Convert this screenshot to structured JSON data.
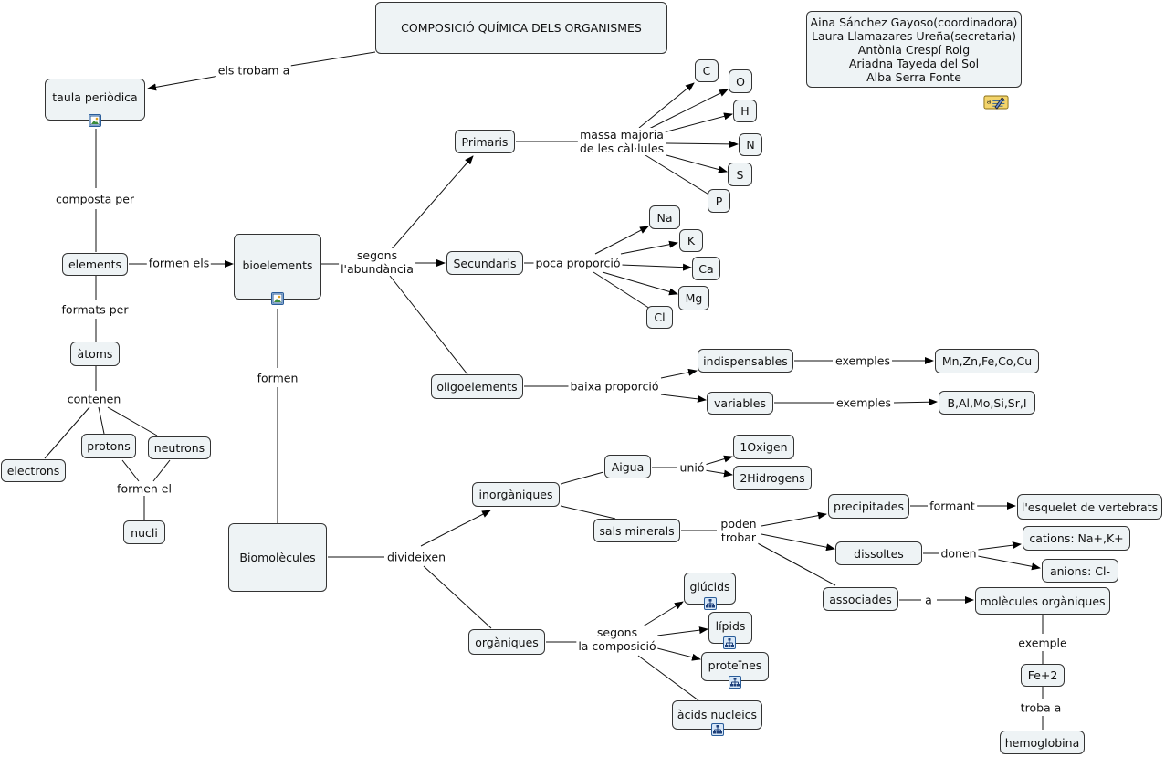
{
  "title": "COMPOSICIÓ QUÍMICA DELS ORGANISMES",
  "authors": [
    "Aina Sánchez Gayoso(coordinadora)",
    "Laura Llamazares Ureña(secretaria)",
    "Antònia Crespí Roig",
    "Ariadna Tayeda del Sol",
    "Alba Serra Fonte"
  ],
  "concepts": {
    "taula": "taula periòdica",
    "elements": "elements",
    "atoms": "àtoms",
    "electrons": "electrons",
    "protons": "protons",
    "neutrons": "neutrons",
    "nucli": "nucli",
    "bioelements": "bioelements",
    "primaris": "Primaris",
    "secundaris": "Secundaris",
    "oligoelements": "oligoelements",
    "c": "C",
    "o": "O",
    "h": "H",
    "n": "N",
    "s": "S",
    "p": "P",
    "na": "Na",
    "k": "K",
    "ca": "Ca",
    "mg": "Mg",
    "cl": "Cl",
    "indispensables": "indispensables",
    "variables": "variables",
    "mnzn": "Mn,Zn,Fe,Co,Cu",
    "balmo": "B,Al,Mo,Si,Sr,I",
    "biomolecules": "Biomolècules",
    "inorganiques": "inorgàniques",
    "organiques": "orgàniques",
    "aigua": "Aigua",
    "oxigen": "1Oxigen",
    "hidrogens": "2Hidrogens",
    "sals": "sals minerals",
    "precipitades": "precipitades",
    "esquelet": "l'esquelet de vertebrats",
    "dissoltes": "dissoltes",
    "cations": "cations: Na+,K+",
    "anions": "anions: Cl-",
    "associades": "associades",
    "molecules": "molècules orgàniques",
    "fe2": "Fe+2",
    "hemoglobina": "hemoglobina",
    "glucids": "glúcids",
    "lipids": "lípids",
    "proteines": "proteïnes",
    "acids": "àcids nucleics"
  },
  "links": {
    "trobem": "els trobam a",
    "composta": "composta per",
    "formenEls": "formen els",
    "formats": "formats per",
    "contenen": "contenen",
    "formenEl": "formen el",
    "segons": [
      "segons",
      "l'abundància"
    ],
    "massa": [
      "massa majoria",
      "de les càl·lules"
    ],
    "poca": "poca proporció",
    "baixa": "baixa proporció",
    "exemples1": "exemples",
    "exemples2": "exemples",
    "formen": "formen",
    "divideixen": "divideixen",
    "unio": "unió",
    "poden": [
      "poden",
      "trobar"
    ],
    "formant": "formant",
    "donen": "donen",
    "a": "a",
    "exemple": "exemple",
    "troba": "troba a",
    "segonsComp": [
      "segons",
      "la composició"
    ]
  },
  "icons": {
    "image": "image-icon",
    "submap": "submap-icon",
    "note": "text-note-icon"
  }
}
